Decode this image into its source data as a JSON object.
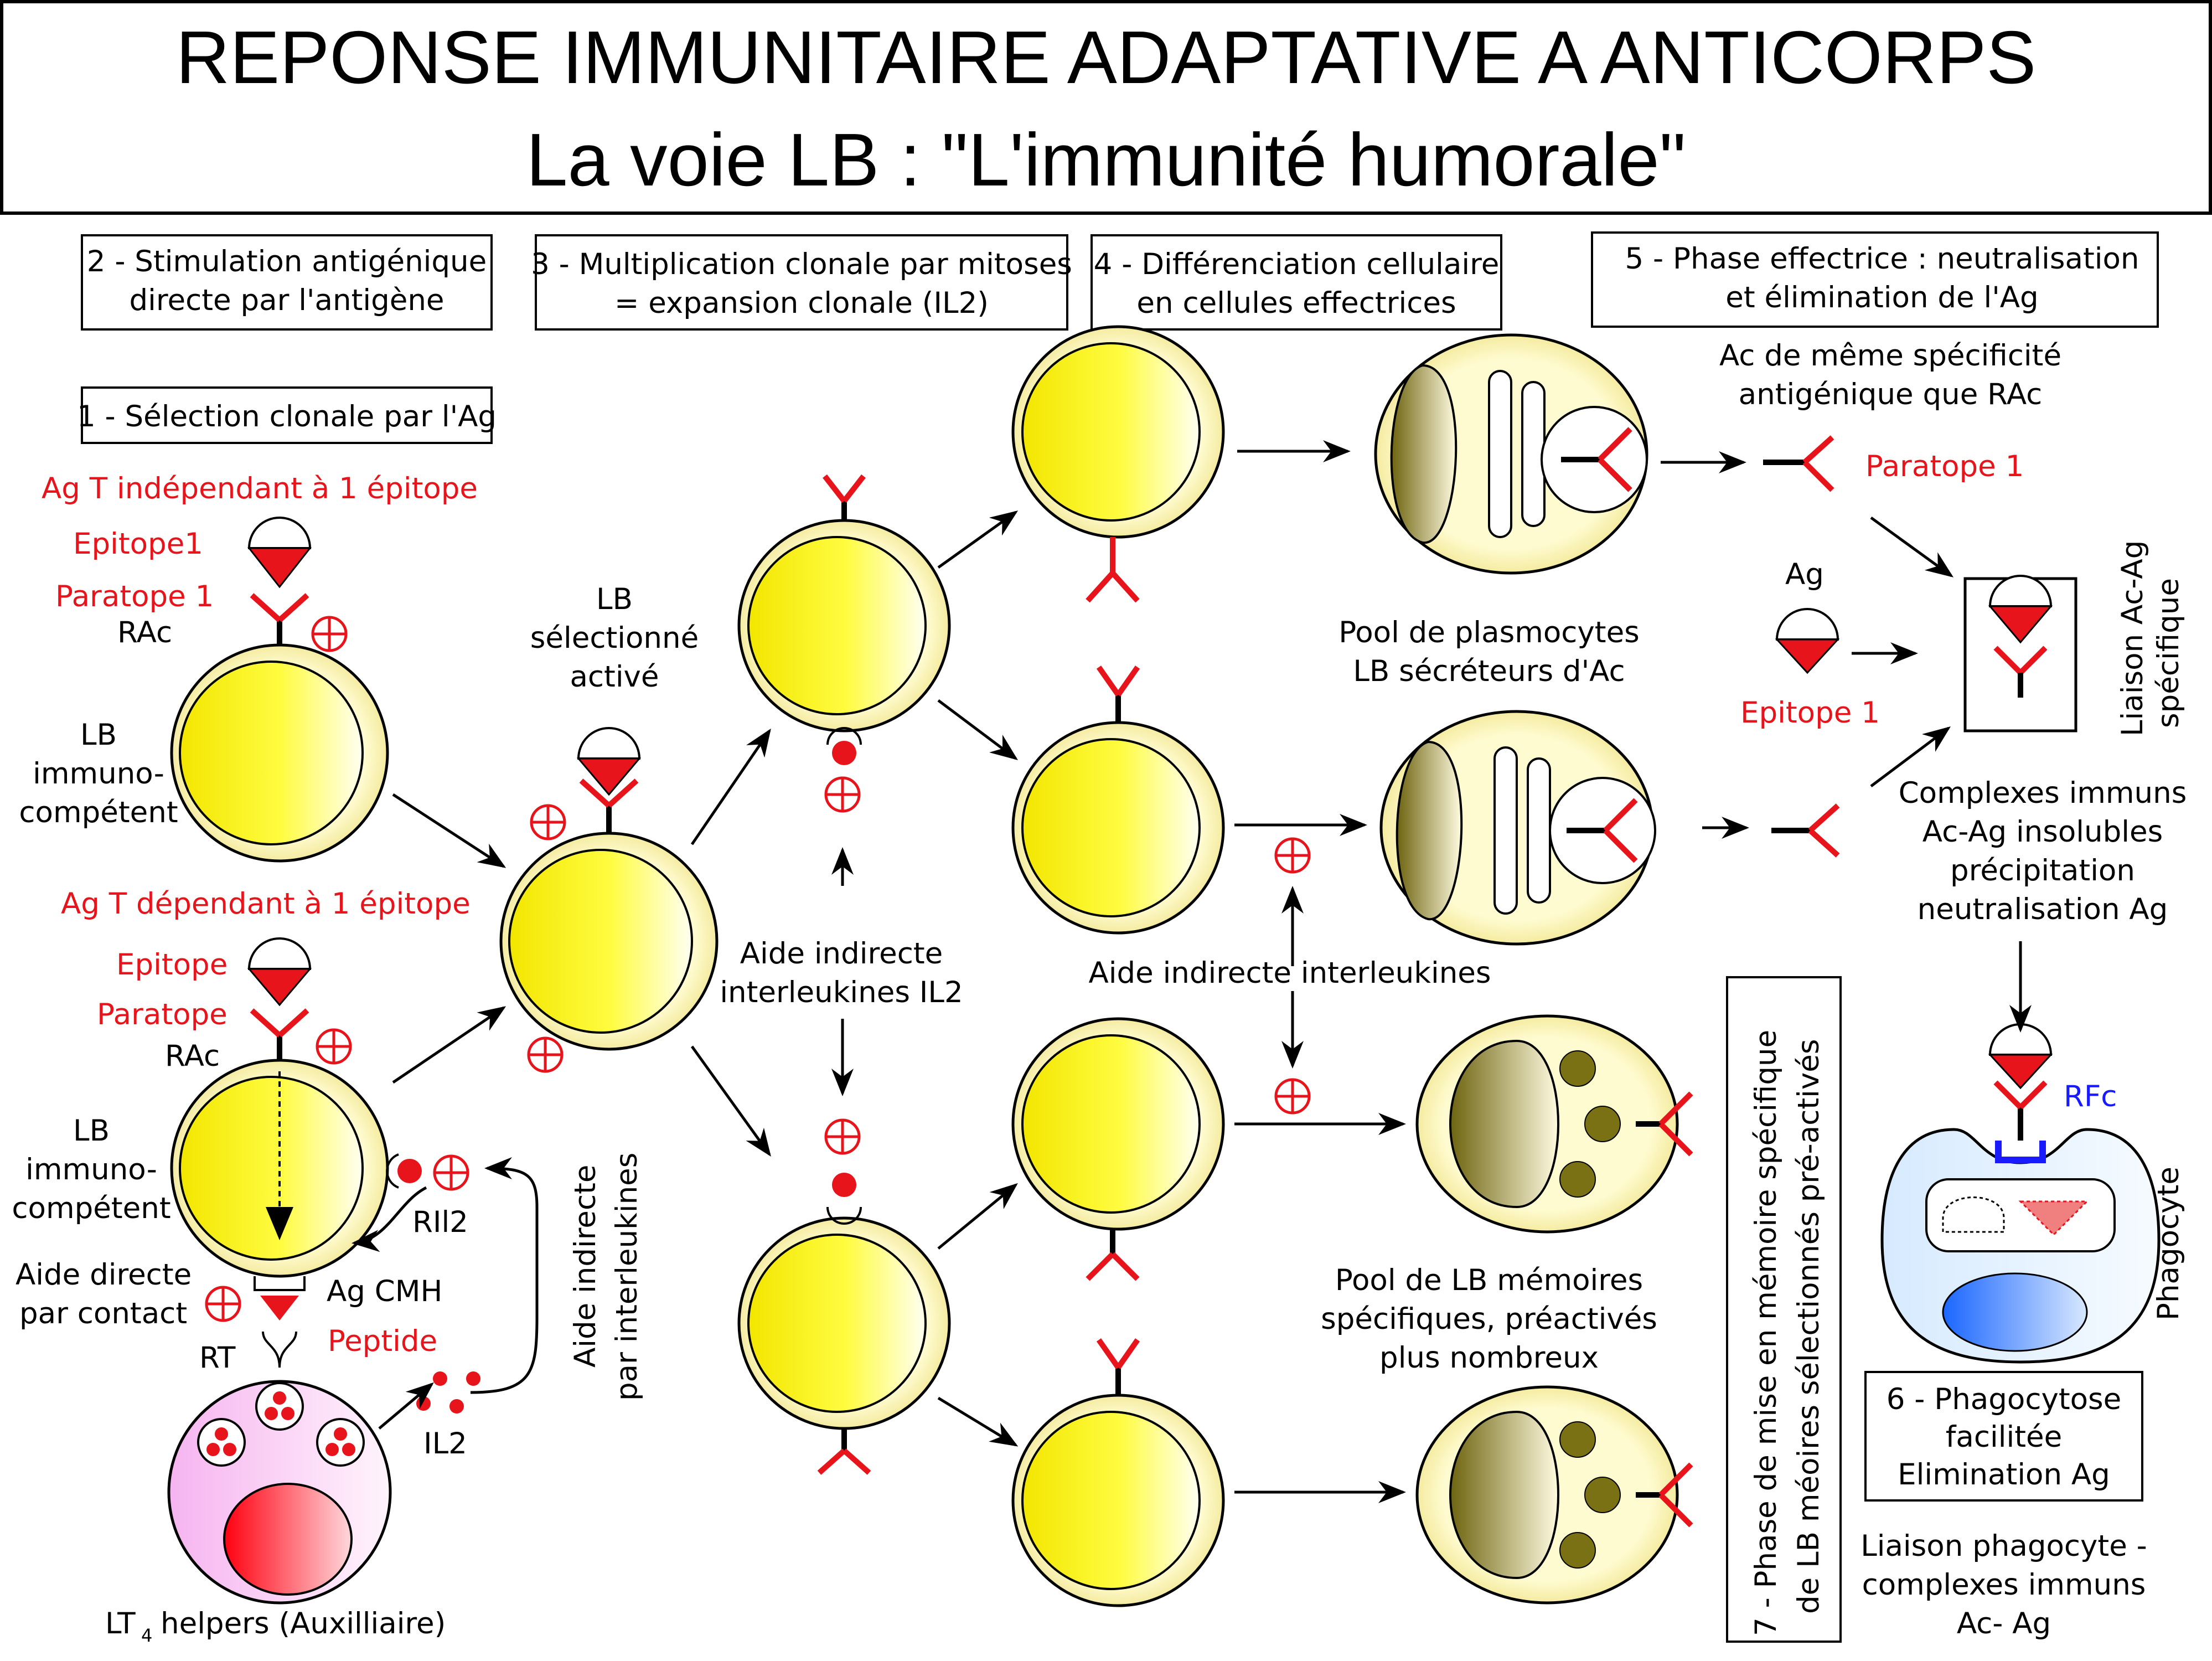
{
  "title": {
    "line1": "REPONSE IMMUNITAIRE ADAPTATIVE A ANTICORPS",
    "line2": "La voie LB : \"L'immunité humorale\""
  },
  "steps": {
    "s1": "1 - Sélection clonale par l'Ag",
    "s2a": "2 - Stimulation antigénique",
    "s2b": "directe par l'antigène",
    "s3a": "3 - Multiplication clonale par mitoses",
    "s3b": "= expansion clonale (IL2)",
    "s4a": "4 - Différenciation cellulaire",
    "s4b": "en cellules effectrices",
    "s5a": "5 - Phase effectrice : neutralisation",
    "s5b": "et élimination de l'Ag",
    "s6a": "6 - Phagocytose",
    "s6b": "facilitée",
    "s6c": "Elimination Ag",
    "s7a": "7 - Phase de mise en mémoire spécifique",
    "s7b": "de LB méoires sélectionnés pré-activés"
  },
  "left": {
    "agTind": "Ag T indépendant à 1 épitope",
    "epitope1": "Epitope1",
    "paratope1": "Paratope 1",
    "rac1": "RAc",
    "lb1a": "LB",
    "lb1b": "immuno-",
    "lb1c": "compétent",
    "agTdep": "Ag T dépendant à 1 épitope",
    "epitope": "Epitope",
    "paratope": "Paratope",
    "rac2": "RAc",
    "lb2a": "LB",
    "lb2b": "immuno-",
    "lb2c": "compétent",
    "aideDirecteA": "Aide directe",
    "aideDirecteB": "par contact",
    "agcmh": "Ag CMH",
    "peptide": "Peptide",
    "rt": "RT",
    "ril2": "RIl2",
    "il2": "IL2",
    "lt4a": "LT",
    "lt4sub": "4",
    "lt4b": "helpers (Auxilliaire)",
    "aideIndVa": "Aide indirecte",
    "aideIndVb": "par interleukines"
  },
  "middle": {
    "lbSelA": "LB",
    "lbSelB": "sélectionné",
    "lbSelC": "activé",
    "aideIL2a": "Aide indirecte",
    "aideIL2b": "interleukines IL2",
    "aideInt": "Aide indirecte interleukines"
  },
  "right": {
    "poolPlasmaA": "Pool de plasmocytes",
    "poolPlasmaB": "LB sécréteurs d'Ac",
    "acSameA": "Ac de même spécificité",
    "acSameB": "antigénique que RAc",
    "paratope1": "Paratope 1",
    "ag": "Ag",
    "epitope1": "Epitope 1",
    "liaisonA": "Liaison Ac-Ag",
    "liaisonB": "spécifique",
    "complexesA": "Complexes immuns",
    "complexesB": "Ac-Ag insolubles",
    "complexesC": "précipitation",
    "complexesD": "neutralisation Ag",
    "poolMemA": "Pool de LB mémoires",
    "poolMemB": "spécifiques, préactivés",
    "poolMemC": "plus nombreux",
    "rfc": "RFc",
    "phagocyte": "Phagocyte",
    "liaisonPhagoA": "Liaison phagocyte -",
    "liaisonPhagoB": "complexes immuns",
    "liaisonPhagoC": "Ac- Ag"
  },
  "colors": {
    "red": "#e8141b",
    "cellYellow": "#ffff00",
    "memoryOlive": "#7a7014",
    "blue": "#1a1aff"
  }
}
